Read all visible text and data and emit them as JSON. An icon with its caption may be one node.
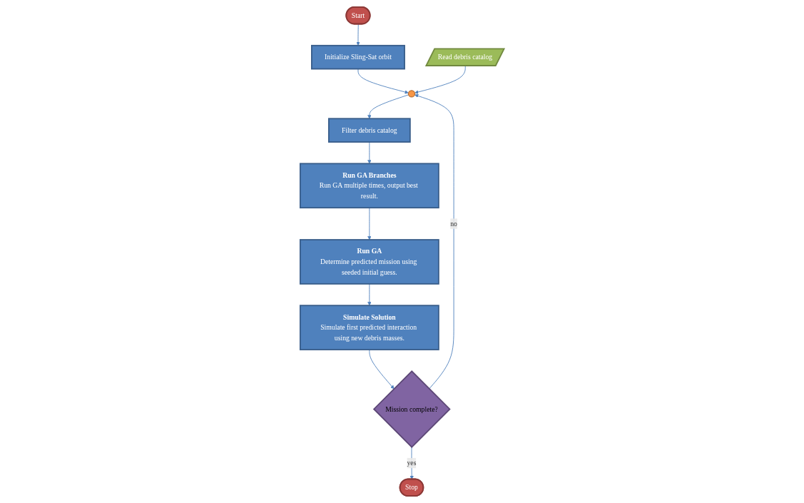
{
  "diagram": {
    "nodes": [
      {
        "text": [
          "Start"
        ]
      },
      {
        "text": [
          "Initialize Sling-Sat orbit"
        ]
      },
      {
        "text": [
          "Read debris catalog"
        ]
      },
      {
        "text": [],
        "shape": "circle"
      },
      {
        "text": [
          "Filter debris catalog"
        ]
      },
      {
        "text": [
          "Run GA Branches",
          "Run GA multiple times, output best result."
        ]
      },
      {
        "text": [
          "Run GA",
          "Determine predicted mission using seeded initial guess."
        ]
      },
      {
        "text": [
          "Simulate Solution",
          "Simulate first predicted interaction using new debris masses."
        ]
      },
      {
        "text": [
          "Mission complete?"
        ]
      },
      {
        "text": [
          "Stop"
        ]
      }
    ],
    "edges": [
      {
        "from": 0,
        "to": 1,
        "arrow": "to"
      },
      {
        "from": 1,
        "to": 3,
        "arrow": "to"
      },
      {
        "from": 2,
        "to": 3,
        "arrow": "to"
      },
      {
        "from": 3,
        "to": 4,
        "arrow": "to"
      },
      {
        "from": 4,
        "to": 5,
        "arrow": "to"
      },
      {
        "from": 5,
        "to": 6,
        "arrow": "to"
      },
      {
        "from": 6,
        "to": 7,
        "arrow": "to"
      },
      {
        "from": 7,
        "to": 8,
        "arrow": "to"
      },
      {
        "from": 8,
        "to": 9,
        "arrow": "to",
        "label": "yes"
      },
      {
        "from": 8,
        "to": 3,
        "arrow": "to",
        "label": "no"
      }
    ]
  }
}
